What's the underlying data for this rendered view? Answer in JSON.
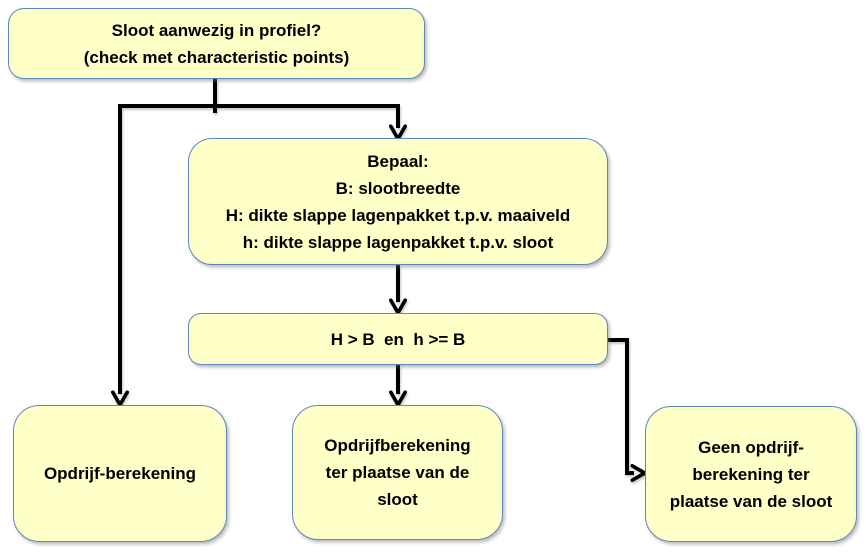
{
  "diagram": {
    "type": "flowchart",
    "colors": {
      "box_fill": "#FFFFC8",
      "box_border": "#5b89bd",
      "connector": "#000000",
      "text": "#000000",
      "background": "#FFFFFF"
    },
    "boxes": [
      {
        "id": "sloot-check",
        "text": "Sloot aanwezig in profiel?\n(check met characteristic points)"
      },
      {
        "id": "bepaal",
        "text": "Bepaal:\nB: slootbreedte\nH: dikte slappe lagenpakket t.p.v. maaiveld\nh: dikte slappe lagenpakket t.p.v. sloot"
      },
      {
        "id": "condition",
        "text": "H > B  en  h >= B"
      },
      {
        "id": "opdrijf",
        "text": "Opdrijf-berekening"
      },
      {
        "id": "opdrijf-sloot",
        "text": "Opdrijfberekening\nter plaatse van de\nsloot"
      },
      {
        "id": "geen-opdrijf",
        "text": "Geen opdrijf-\nberekening ter\nplaatse van de sloot"
      }
    ],
    "edges": [
      {
        "from": "sloot-check",
        "to": "opdrijf"
      },
      {
        "from": "sloot-check",
        "to": "bepaal"
      },
      {
        "from": "bepaal",
        "to": "condition"
      },
      {
        "from": "condition",
        "to": "opdrijf-sloot"
      },
      {
        "from": "condition",
        "to": "geen-opdrijf"
      }
    ]
  }
}
